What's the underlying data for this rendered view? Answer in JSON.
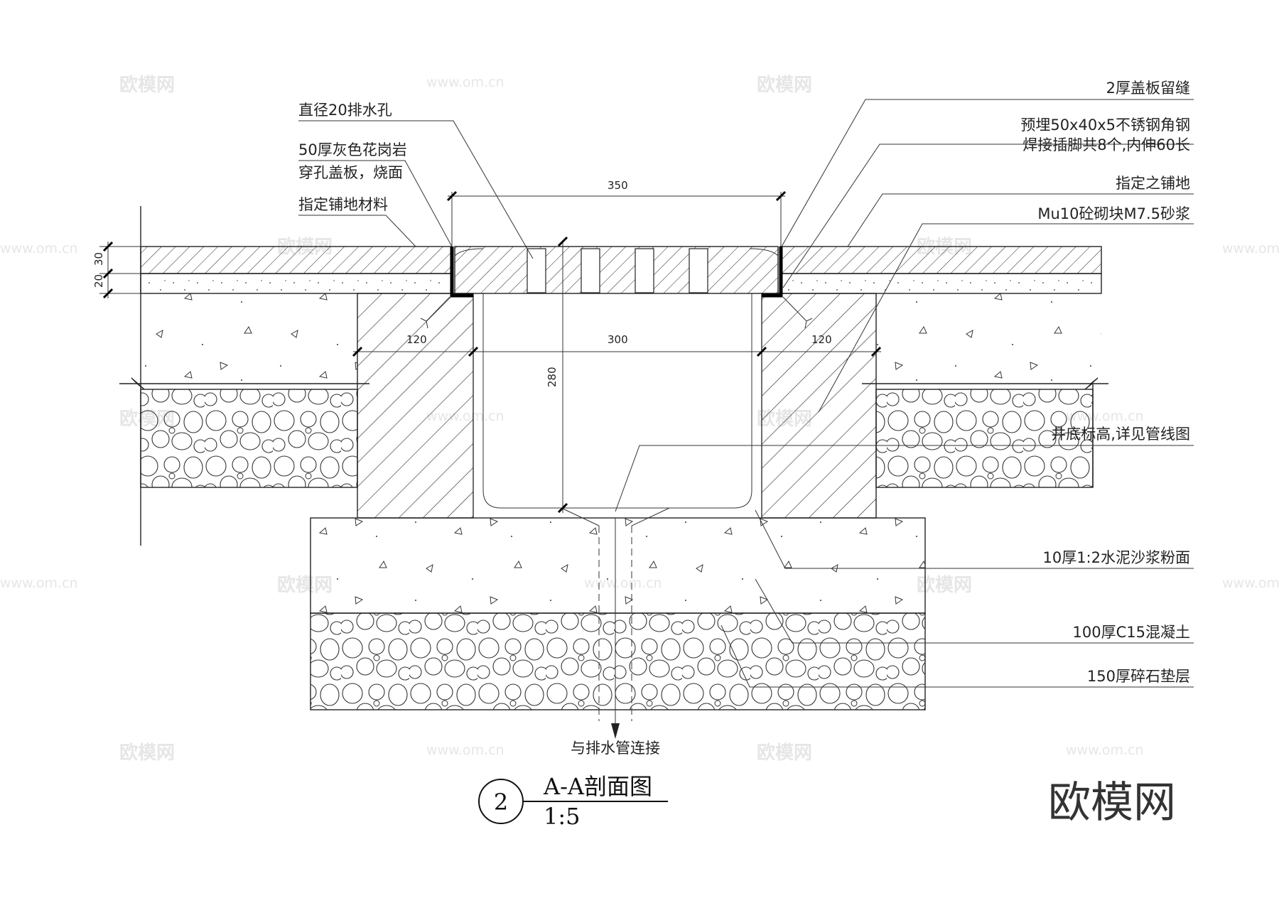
{
  "labels": {
    "drain_hole": "直径20排水孔",
    "granite_1": "50厚灰色花岗岩",
    "granite_2": "穿孔盖板，烧面",
    "paving_left": "指定铺地材料",
    "gap": "2厚盖板留缝",
    "angle_1": "预埋50x40x5不锈钢角钢",
    "angle_2": "焊接插脚共8个,内伸60长",
    "paving_right": "指定之铺地",
    "masonry": "Mu10砼砌块M7.5砂浆",
    "bottom_elev": "井底标高,详见管线图",
    "plaster": "10厚1:2水泥沙浆粉面",
    "concrete": "100厚C15混凝土",
    "gravel": "150厚碎石垫层",
    "pipe": "与排水管连接"
  },
  "dimensions": {
    "top_width": "350",
    "inner_width": "300",
    "depth": "280",
    "left_wall": "120",
    "right_wall": "120",
    "layer_30": "30",
    "layer_20": "20"
  },
  "title": {
    "number": "2",
    "name": "A-A剖面图",
    "scale": "1:5"
  },
  "watermark": {
    "brand": "欧模网",
    "url": "www.om.cn"
  }
}
